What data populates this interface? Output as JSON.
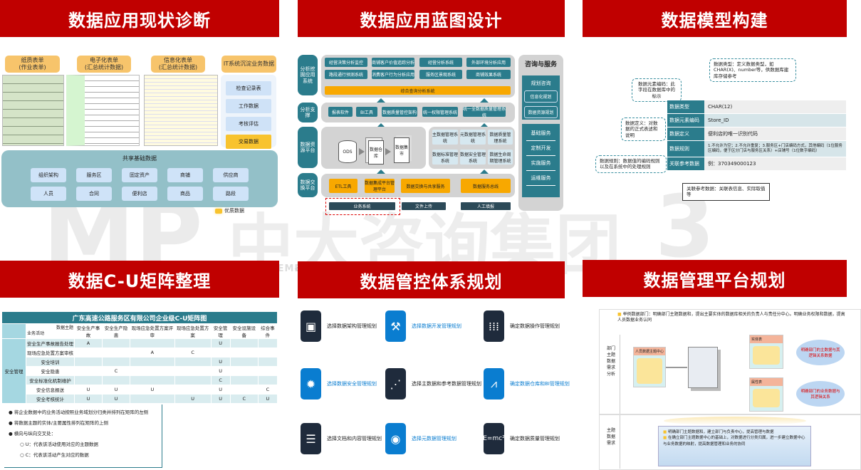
{
  "banners": {
    "p1": "数据应用现状诊断",
    "p2": "数据应用蓝图设计",
    "p3": "数据模型构建",
    "p4": "数据C-U矩阵整理",
    "p5": "数据管控体系规划",
    "p6": "数据管理平台规划"
  },
  "watermark": {
    "logo": "MP",
    "cn": "中大咨询集团",
    "en": "MANAGEMENT CONSULTING INTERNATIONAL GROUP",
    "num": "3"
  },
  "p1": {
    "headers": [
      "纸质表单\n(作业表单)",
      "电子化表单\n(汇总统计数据)",
      "信息化表单\n(汇总统计数据)",
      "IT系统沉淀业务数据"
    ],
    "it_items": [
      "检查记录表",
      "工作数据",
      "考核评估",
      "交易数据"
    ],
    "shared_title": "共享基础数据",
    "shared_items": [
      "组织架构",
      "服务区",
      "固定资产",
      "商铺",
      "供应商",
      "人员",
      "合同",
      "便利店",
      "商品",
      "路段"
    ],
    "legend": "优质数据"
  },
  "p2": {
    "layers": [
      "分析挖掘应用系统",
      "分析支撑",
      "数据资源平台",
      "数据交换平台"
    ],
    "apps_row1": [
      "经营决策分析监控",
      "商铺客户价值追踪分析",
      "经营分析系统",
      "外部环境分析应用"
    ],
    "apps_row2": [
      "路段通行预测系统",
      "消费客户行为分析应用",
      "服务区景观系统",
      "商铺效果系统"
    ],
    "integrated": "综合查询分析系统",
    "support": [
      "报表软件",
      "BI工具",
      "数据质量管控架构",
      "统一权限管理系统",
      "统一全数据质量管理系统"
    ],
    "resource": {
      "ods": "ODS",
      "dw": "数据仓库",
      "mart": "数据集市"
    },
    "resource_right": [
      "主数据管理系统",
      "元数据管理系统",
      "数据质量管理系统",
      "数据标准管理系统",
      "数据安全管理系统",
      "数据生命周期管理系统"
    ],
    "exchange": [
      "ETL工具",
      "数据集成平台管理平台",
      "数据交换与共享服务",
      "数据服务总线"
    ],
    "sources": [
      "业务系统",
      "文件上传",
      "人工填报"
    ],
    "service_title": "咨询与服务",
    "service_group1": [
      "规划咨询",
      "信息化规划",
      "数据资源规划"
    ],
    "service_group2": [
      "基础服务",
      "定制开发",
      "实施服务",
      "运维服务"
    ]
  },
  "p3": {
    "rows": [
      {
        "k": "数据类型",
        "v": "CHAR(12)"
      },
      {
        "k": "数据元素编码",
        "v": "Store_ID"
      },
      {
        "k": "数据定义",
        "v": "便利店的唯一识别代码"
      },
      {
        "k": "数据规则",
        "v": "1.不允许为空；2.不允许重复；3.服务区+门店编码方式，其他编码（1位服务区编码，便于区分门店与服务区关系）+店铺号（1位数字编码）"
      },
      {
        "k": "关联参考数据",
        "v": "例：370349000123"
      }
    ],
    "callouts": [
      "数据类型：定义数据类型，如CHAR(X)、number等，供数据库建库存储参考",
      "数据元素编码：此字段在数据库中的标示",
      "数据定义：对数据的正式表述和说明",
      "数据规则：数据值的编码规则以及在系统中的处理规则",
      "关联参考数据：关联表信息、实际取值等"
    ]
  },
  "p4": {
    "title": "广东高速公路服务区有限公司企业级C-U矩阵图",
    "corner_top": "数据主题",
    "corner_bottom": "业务活动",
    "columns": [
      "安全生产事故",
      "安全生产隐患",
      "现场应急处置方案评审",
      "现场应急处置方案",
      "安全管理",
      "安全设施设备",
      "综合事件"
    ],
    "domain": "安全管理",
    "rows": [
      {
        "activity": "安全生产事故报告处理",
        "cells": [
          "A",
          "",
          "",
          "",
          "U",
          "",
          ""
        ]
      },
      {
        "activity": "现场应急处置方案审核",
        "cells": [
          "",
          "",
          "A",
          "C",
          "",
          "",
          ""
        ]
      },
      {
        "activity": "安全培训",
        "cells": [
          "",
          "",
          "",
          "",
          "U",
          "",
          ""
        ]
      },
      {
        "activity": "安全隐患",
        "cells": [
          "",
          "C",
          "",
          "",
          "U",
          "",
          ""
        ]
      },
      {
        "activity": "安全标准化机制维护",
        "cells": [
          "",
          "",
          "",
          "",
          "C",
          "",
          ""
        ]
      },
      {
        "activity": "安全信息报送",
        "cells": [
          "U",
          "U",
          "U",
          "",
          "U",
          "",
          "C"
        ]
      },
      {
        "activity": "安全考核统计",
        "cells": [
          "U",
          "U",
          "",
          "U",
          "U",
          "C",
          "U"
        ]
      }
    ],
    "notes": [
      "将企业数据中的业务活动按照业务域划分归类并排列在矩阵的左侧",
      "将数据主题的实体/主要属性排列在矩阵的上侧",
      "横向与纵向交叉处："
    ],
    "sub_notes": [
      "U：代表该活动使用对应的主题数据",
      "C：代表该活动产生对应的数据"
    ]
  },
  "p5": {
    "items": [
      {
        "label": "选择数据架构管理规划",
        "icon": "cube-icon",
        "style": "dk"
      },
      {
        "label": "选择数据开发管理规划",
        "icon": "hammer-icon",
        "style": "bl"
      },
      {
        "label": "确定数据操作管理规划",
        "icon": "abacus-icon",
        "style": "dk"
      },
      {
        "label": "选择数据安全管理规划",
        "icon": "lightbulb-icon",
        "style": "bl"
      },
      {
        "label": "选择主数据和参考数据管理规划",
        "icon": "share-nodes-icon",
        "style": "dk"
      },
      {
        "label": "确定数据仓库和BI管理规划",
        "icon": "line-chart-icon",
        "style": "bl"
      },
      {
        "label": "选择文档和内容管理规划",
        "icon": "document-icon",
        "style": "dk"
      },
      {
        "label": "选择元数据管理规划",
        "icon": "webcam-icon",
        "style": "bl"
      },
      {
        "label": "确定数据质量管理规划",
        "icon": "formula-icon",
        "style": "dk"
      }
    ]
  },
  "p6": {
    "top_note": "举例数据部门：明确部门主题数据和，提出主要实体的数据库相关的负责人与责任分中心。明确业务权限和数据，提高人员数据业务认同",
    "left_label_top": "部门主题数据需求分析",
    "left_label_bottom": "主题数据需求",
    "src_box": "人员数据主题中心",
    "tgt1": "实体表",
    "tgt2": "属性表",
    "bubble1": "明确部门的主数据与其逻辑关系数据",
    "bubble2": "明确部门的业务数据与其逻辑关系",
    "bottom_notes": [
      "明确部门主题数据和，建立部门与负责中心，提高管理与数据",
      "在确立部门主题数据中心的基础上，对数据进行分类归属，进一步建立数据中心与业务数据的映射，提高数据管理和业务的协同"
    ]
  }
}
